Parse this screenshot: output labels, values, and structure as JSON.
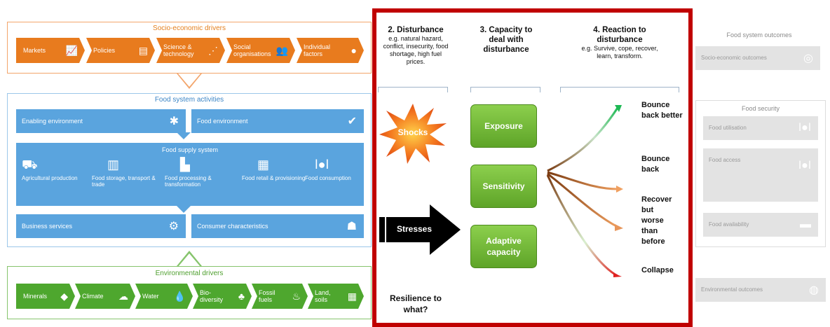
{
  "socio": {
    "title": "Socio-economic drivers",
    "items": [
      {
        "label": "Markets",
        "icon": "📈"
      },
      {
        "label": "Policies",
        "icon": "▤"
      },
      {
        "label": "Science & technology",
        "icon": "⋰"
      },
      {
        "label": "Social organisations",
        "icon": "👥"
      },
      {
        "label": "Individual factors",
        "icon": "●"
      }
    ]
  },
  "activities": {
    "title": "Food system activities",
    "enabling": {
      "label": "Enabling environment",
      "icon": "✱"
    },
    "food_env": {
      "label": "Food environment",
      "icon": "✔"
    },
    "supply": {
      "title": "Food supply system",
      "items": [
        {
          "label": "Agricultural production",
          "icon": "⛟"
        },
        {
          "label": "Food storage, transport & trade",
          "icon": "▥"
        },
        {
          "label": "Food processing & transformation",
          "icon": "▙"
        },
        {
          "label": "Food retail & provisioning",
          "icon": "▦"
        },
        {
          "label": "Food consumption",
          "icon": "ǀ●ǀ"
        }
      ]
    },
    "business": {
      "label": "Business services",
      "icon": "⚙"
    },
    "consumer": {
      "label": "Consumer characteristics",
      "icon": "☗"
    }
  },
  "environment": {
    "title": "Environmental drivers",
    "items": [
      {
        "label": "Minerals",
        "icon": "◆"
      },
      {
        "label": "Climate",
        "icon": "☁"
      },
      {
        "label": "Water",
        "icon": "💧"
      },
      {
        "label": "Bio-diversity",
        "icon": "♣"
      },
      {
        "label": "Fossil fuels",
        "icon": "♨"
      },
      {
        "label": "Land, soils",
        "icon": "▦"
      }
    ]
  },
  "resilience": {
    "col2_title": "2. Disturbance",
    "col2_sub": "e.g. natural hazard, conflict, insecurity, food shortage, high fuel prices.",
    "col3_title": "3. Capacity to deal with disturbance",
    "col4_title": "4. Reaction to disturbance",
    "col4_sub": "e.g. Survive, cope, recover, learn, transform.",
    "shocks": "Shocks",
    "stresses": "Stresses",
    "bottom_question": "Resilience to what?",
    "capacities": [
      "Exposure",
      "Sensitivity",
      "Adaptive capacity"
    ],
    "outcomes": [
      "Bounce back better",
      "Bounce back",
      "Recover but worse than before",
      "Collapse"
    ]
  },
  "outcomes": {
    "title": "Food system outcomes",
    "socio_econ": "Socio-economic outcomes",
    "food_security": {
      "title": "Food security",
      "utilisation": "Food utilisation",
      "access": "Food access",
      "availability": "Food availability"
    },
    "environmental": "Environmental outcomes"
  },
  "colors": {
    "orange": "#e87b1e",
    "blue": "#5aa4de",
    "green": "#4ea72e",
    "red_frame": "#c00000",
    "capacity_green": "#6fb533"
  }
}
